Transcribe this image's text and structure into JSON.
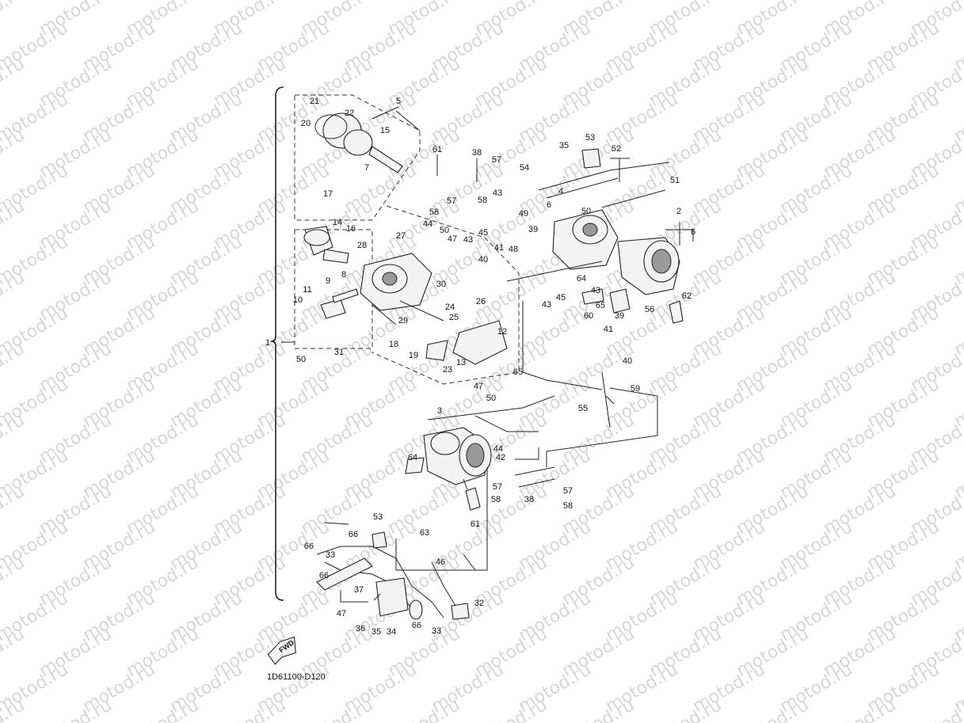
{
  "watermark": {
    "text": "motod.ru"
  },
  "diagram_code": "1D61100-D120",
  "fwd_label": "FWD",
  "callouts": [
    "1",
    "2",
    "3",
    "4",
    "5",
    "6",
    "7",
    "8",
    "9",
    "10",
    "11",
    "12",
    "13",
    "14",
    "15",
    "16",
    "17",
    "18",
    "19",
    "20",
    "21",
    "22",
    "23",
    "24",
    "25",
    "26",
    "27",
    "28",
    "29",
    "30",
    "31",
    "32",
    "33",
    "34",
    "35",
    "36",
    "37",
    "38",
    "39",
    "40",
    "41",
    "42",
    "43",
    "44",
    "45",
    "46",
    "47",
    "48",
    "49",
    "50",
    "51",
    "52",
    "53",
    "54",
    "55",
    "56",
    "57",
    "58",
    "59",
    "60",
    "61",
    "62",
    "63",
    "64",
    "65",
    "66"
  ]
}
